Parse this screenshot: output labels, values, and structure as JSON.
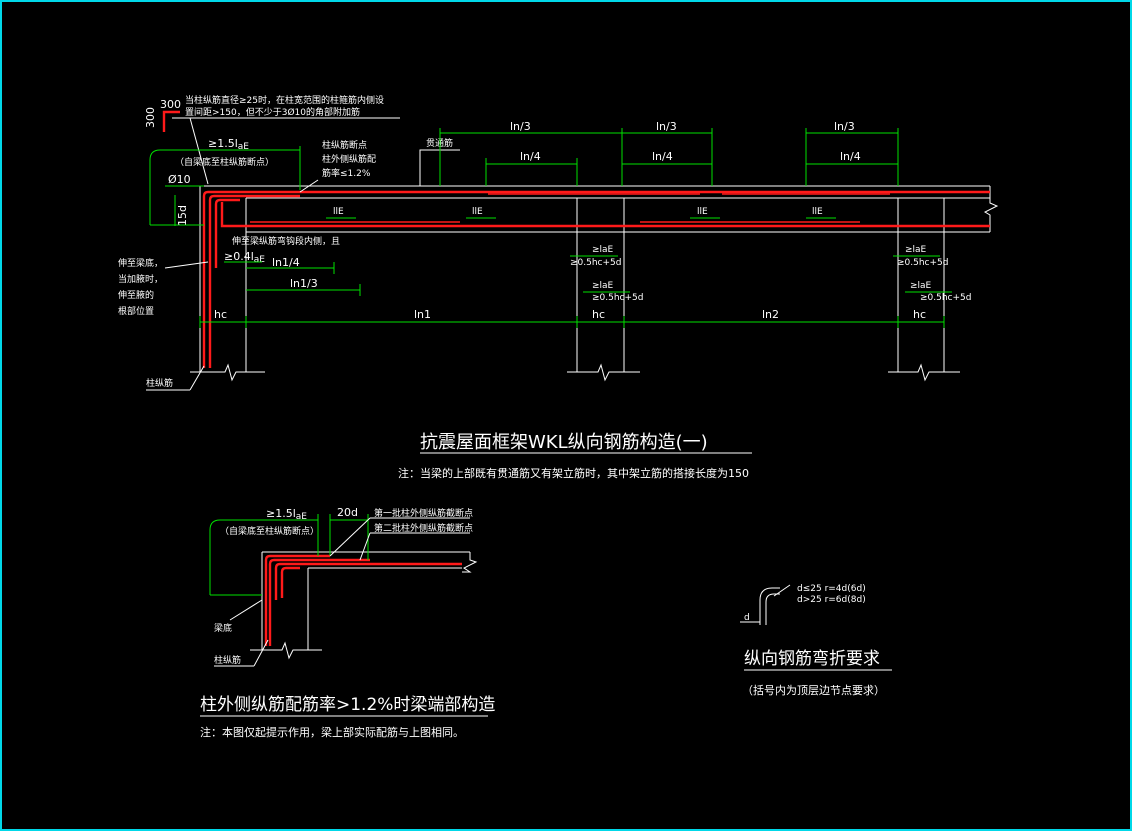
{
  "colors": {
    "background": "#000000",
    "frame": "#00d8e8",
    "rebar": "#ff1a1a",
    "dimension": "#00e000",
    "outline": "#ffffff"
  },
  "top": {
    "label_300_a": "300",
    "label_300_b": "300",
    "note_line1": "当柱纵筋直径≥25时，在柱宽范围的柱箍筋内侧设",
    "note_line2": "置间距>150，但不少于3Ø10的角部附加筋",
    "lae15": "≥1.5l",
    "lae15_sub": "aE",
    "from_beam_bottom": "（自梁底至柱纵筋断点）",
    "col_break_1": "柱纵筋断点",
    "col_break_2": "柱外侧纵筋配",
    "col_break_3": "筋率≤1.2%",
    "through_bar": "贯通筋",
    "phi10": "Ø10",
    "d15": "15d",
    "ln3": "ln/3",
    "ln4": "ln/4",
    "lle": "llE",
    "ge_lae": "≥laE",
    "half_hc": "≥0.5hc+5d",
    "bend_note_1": "伸至梁纵筋弯钩段内侧，且",
    "bend_note_2": "≥0.4l",
    "bend_note_2_sub": "aE",
    "ln1_4": "ln1/4",
    "ln1_3": "ln1/3",
    "left_note": [
      "伸至梁底，",
      "当加腋时，",
      "伸至腋的",
      "根部位置"
    ],
    "hc": "hc",
    "ln1": "ln1",
    "ln2": "ln2",
    "col_bar": "柱纵筋",
    "title": "抗震屋面框架WKL纵向钢筋构造(一)",
    "note": "注：当梁的上部既有贯通筋又有架立筋时，其中架立筋的搭接长度为150"
  },
  "bottom_left": {
    "lae15": "≥1.5l",
    "lae15_sub": "aE",
    "from_beam_bottom": "（自梁底至柱纵筋断点）",
    "d20": "20d",
    "first_batch": "第一批柱外侧纵筋截断点",
    "second_batch": "第二批柱外侧纵筋截断点",
    "beam_bottom": "梁底",
    "col_bar": "柱纵筋",
    "title": "柱外侧纵筋配筋率>1.2%时梁端部构造",
    "note": "注：本图仅起提示作用，梁上部实际配筋与上图相同。"
  },
  "bottom_right": {
    "r1": "d≤25  r=4d(6d)",
    "r2": "d>25  r=6d(8d)",
    "d": "d",
    "title": "纵向钢筋弯折要求",
    "sub": "（括号内为顶层边节点要求）"
  }
}
